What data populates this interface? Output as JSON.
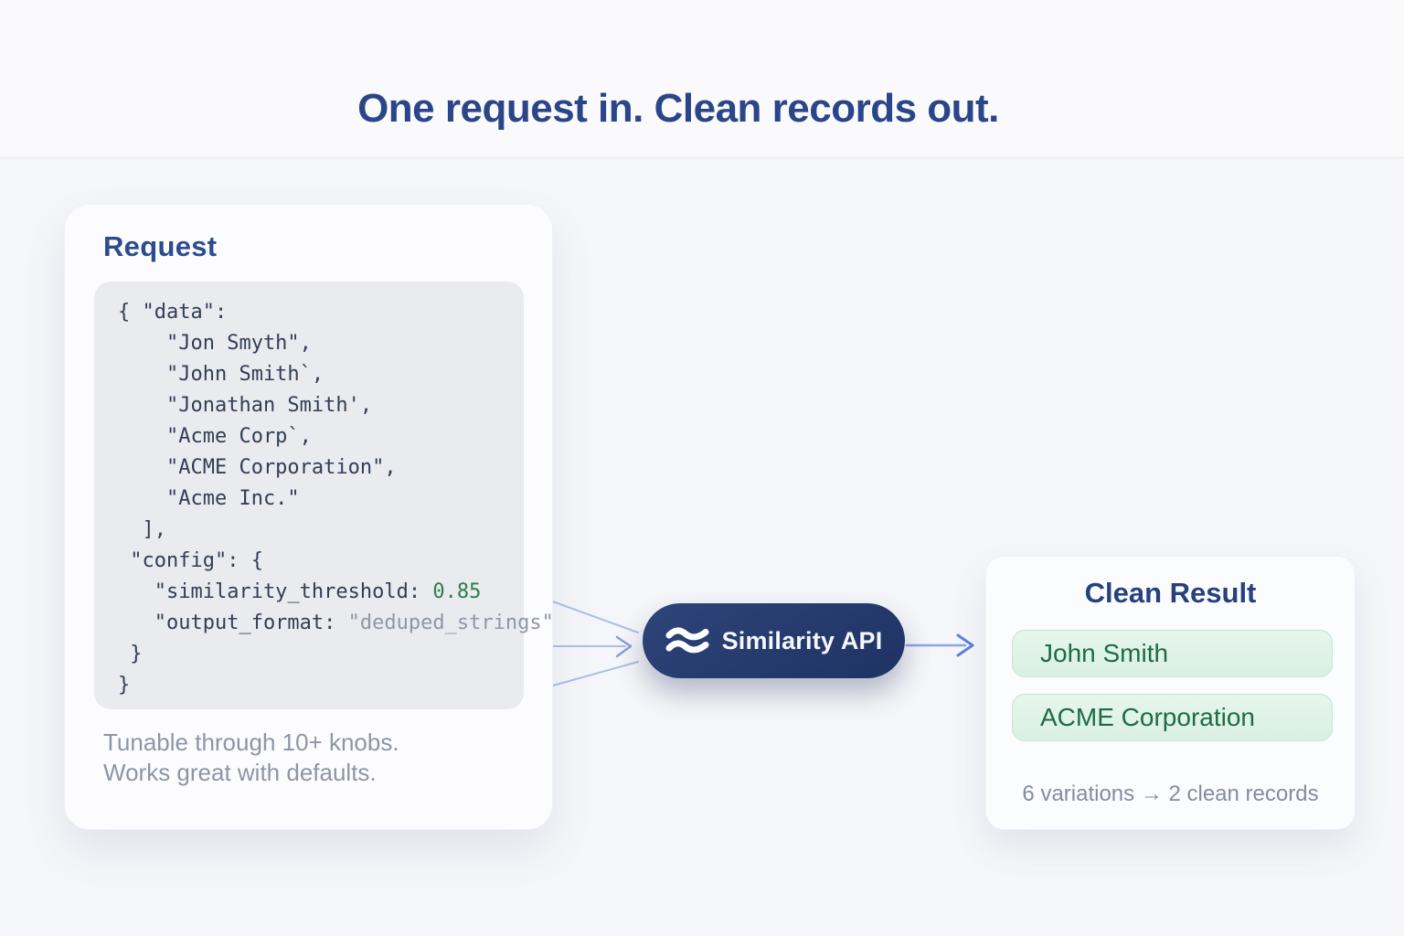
{
  "page": {
    "title": "One request in. Clean records out."
  },
  "request_card": {
    "heading": "Request",
    "code_lines": [
      [
        {
          "t": "{ \"data\":"
        }
      ],
      [
        {
          "t": "    \"Jon Smyth\","
        }
      ],
      [
        {
          "t": "    \"John Smith`,"
        }
      ],
      [
        {
          "t": "    \"Jonathan Smith',"
        }
      ],
      [
        {
          "t": "    \"Acme Corp`,"
        }
      ],
      [
        {
          "t": "    \"ACME Corporation\","
        }
      ],
      [
        {
          "t": "    \"Acme Inc.\""
        }
      ],
      [
        {
          "t": "  ],"
        }
      ],
      [
        {
          "t": " \"config\": {"
        }
      ],
      [
        {
          "t": "   \"similarity_threshold: "
        },
        {
          "t": "0.85",
          "c": "green"
        }
      ],
      [
        {
          "t": "   \"output_format: "
        },
        {
          "t": "\"deduped_strings\"",
          "c": "muted"
        }
      ],
      [
        {
          "t": " }"
        }
      ],
      [
        {
          "t": "}"
        }
      ]
    ],
    "note_line1": "Tunable through 10+ knobs.",
    "note_line2": "Works great with defaults."
  },
  "api_node": {
    "label": "Similarity API",
    "icon": "approx-waves-icon"
  },
  "result_card": {
    "heading": "Clean Result",
    "records": [
      "John Smith",
      "ACME Corporation"
    ],
    "summary": "6 variations → 2 clean records"
  },
  "flow": {
    "from": "Request",
    "through": "Similarity API",
    "to": "Clean Result"
  },
  "colors": {
    "page_bg": "#f5f6f9",
    "header_bg": "#fafafc",
    "divider": "#e8e9ee",
    "title_navy": "#2b4688",
    "card_bg": "#fcfcfe",
    "code_bg": "#e9ebef",
    "code_text": "#333e54",
    "code_green": "#2e7d4a",
    "code_muted": "#8f97a6",
    "note_gray": "#8d95a6",
    "pill_navy": "#253a6d",
    "record_bg": "#def2e5",
    "record_border": "#c4e7d1",
    "record_text": "#1e6b45",
    "summary_gray": "#858ca0",
    "arrow_blue": "#aabeea",
    "arrowhead_blue": "#5e80d8"
  }
}
